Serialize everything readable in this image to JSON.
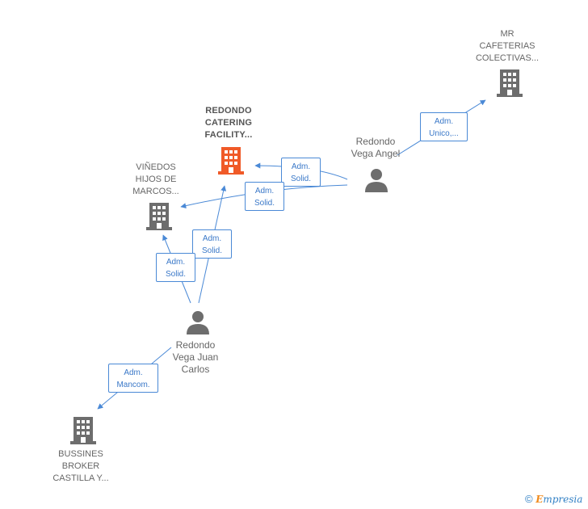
{
  "nodes": {
    "redondo_catering": {
      "line1": "REDONDO",
      "line2": "CATERING",
      "line3": "FACILITY..."
    },
    "mr_cafeterias": {
      "line1": "MR",
      "line2": "CAFETERIAS",
      "line3": "COLECTIVAS..."
    },
    "vinedos": {
      "line1": "VIÑEDOS",
      "line2": "HIJOS DE",
      "line3": "MARCOS..."
    },
    "bussines_broker": {
      "line1": "BUSSINES",
      "line2": "BROKER",
      "line3": "CASTILLA Y..."
    },
    "redondo_vega_angel": {
      "line1": "Redondo",
      "line2": "Vega Angel"
    },
    "redondo_vega_juan_carlos": {
      "line1": "Redondo",
      "line2": "Vega Juan",
      "line3": "Carlos"
    }
  },
  "edges": {
    "angel_to_mr": {
      "line1": "Adm.",
      "line2": "Unico,..."
    },
    "angel_to_catering": {
      "line1": "Adm.",
      "line2": "Solid."
    },
    "angel_to_vinedos": {
      "line1": "Adm.",
      "line2": "Solid."
    },
    "juan_to_catering": {
      "line1": "Adm.",
      "line2": "Solid."
    },
    "juan_to_vinedos": {
      "line1": "Adm.",
      "line2": "Solid."
    },
    "juan_to_bussines": {
      "line1": "Adm.",
      "line2": "Mancom."
    }
  },
  "colors": {
    "main_company": "#f05a28",
    "company": "#6d6d6d",
    "person": "#6d6d6d",
    "edge": "#4a89d6"
  },
  "footer": {
    "copyright": "©",
    "brand_e": "E",
    "brand_rest": "mpresia"
  }
}
